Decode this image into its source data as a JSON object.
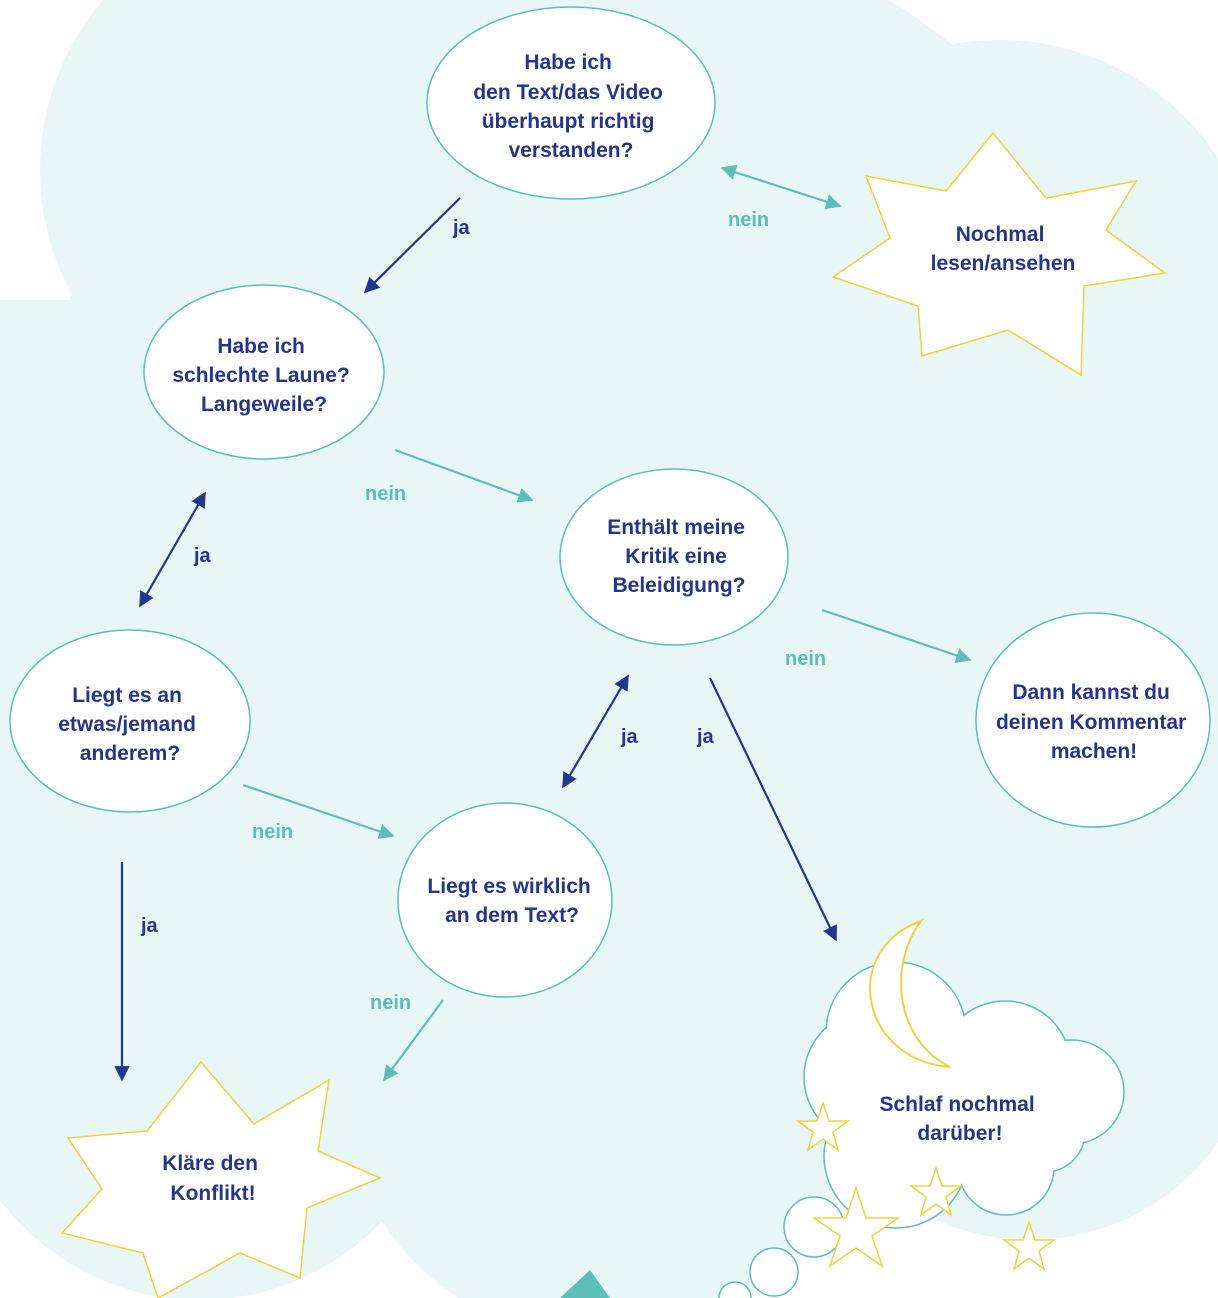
{
  "colors": {
    "background_cloud": "#e8f6f6",
    "node_fill": "#ffffff",
    "node_stroke": "#5bbfb8",
    "star_stroke": "#f0d33c",
    "text": "#23358c",
    "arrow_ja": "#23358c",
    "arrow_nein": "#5bbfb8"
  },
  "nodes": {
    "q1": {
      "lines": [
        "Habe ich",
        "den Text/das Video",
        "überhaupt richtig",
        "verstanden?"
      ]
    },
    "q2": {
      "lines": [
        "Habe ich",
        "schlechte Laune?",
        "Langeweile?"
      ]
    },
    "q3": {
      "lines": [
        "Enthält meine",
        "Kritik eine",
        "Beleidigung?"
      ]
    },
    "q4": {
      "lines": [
        "Liegt es an",
        "etwas/jemand",
        "anderem?"
      ]
    },
    "q5": {
      "lines": [
        "Liegt es wirklich",
        "an dem Text?"
      ]
    },
    "r_nochmal": {
      "lines": [
        "Nochmal",
        "lesen/ansehen"
      ]
    },
    "r_kommentar": {
      "lines": [
        "Dann kannst du",
        "deinen Kommentar",
        "machen!"
      ]
    },
    "r_konflikt": {
      "lines": [
        "Kläre den",
        "Konflikt!"
      ]
    },
    "r_schlaf": {
      "lines": [
        "Schlaf nochmal",
        "darüber!"
      ]
    }
  },
  "edge_labels": {
    "q1_to_nochmal": "nein",
    "q1_to_q2": "ja",
    "q2_to_q3": "nein",
    "q2_to_q4": "ja",
    "q3_to_kommentar": "nein",
    "q3_to_schlaf": "ja",
    "q5_to_q3": "ja",
    "q4_to_q5": "nein",
    "q4_to_konflikt": "ja",
    "q5_to_konflikt": "nein"
  }
}
